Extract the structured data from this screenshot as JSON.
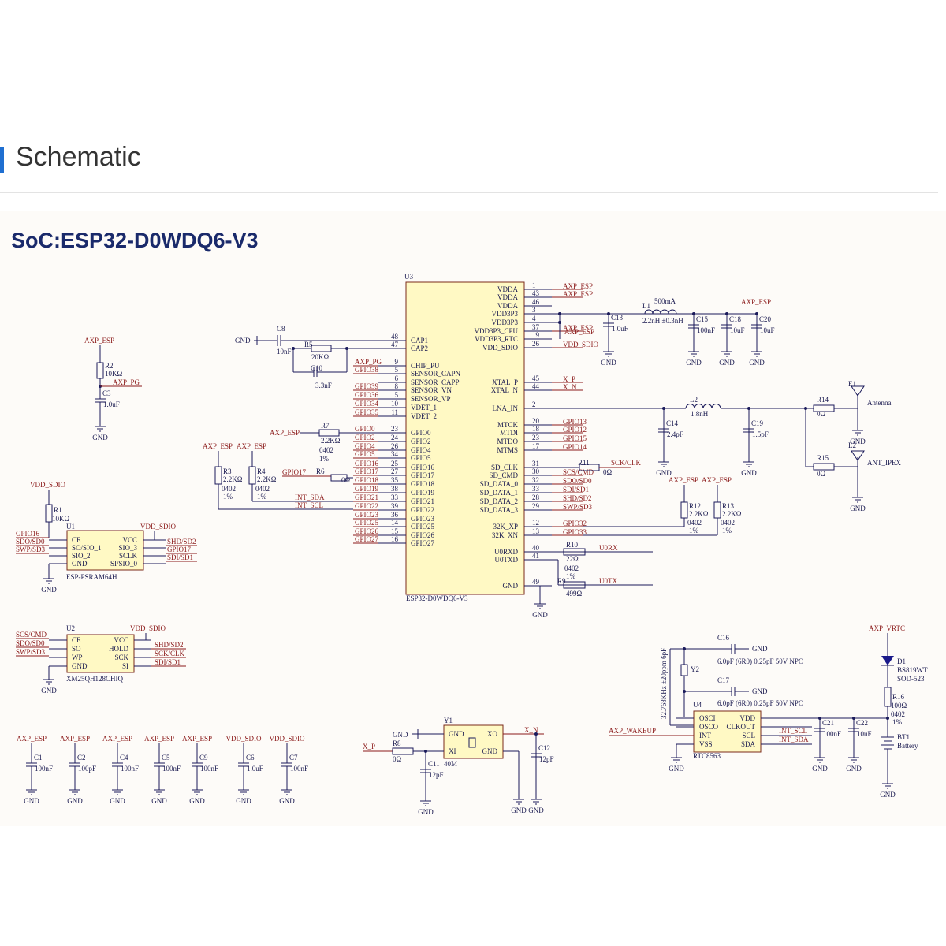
{
  "header": {
    "title": "Schematic"
  },
  "schematic": {
    "title": "SoC:ESP32-D0WDQ6-V3",
    "colors": {
      "accent": "#1f6fd1",
      "title": "#1a2a6b",
      "wire": "#1a1a5a",
      "net": "#8b1a1a",
      "body": "#fff9c4"
    },
    "u3": {
      "ref": "U3",
      "part": "ESP32-D0WDQ6-V3",
      "left": [
        {
          "pin": "48",
          "name": "CAP1",
          "net": ""
        },
        {
          "pin": "47",
          "name": "CAP2",
          "net": ""
        },
        {
          "pin": "9",
          "name": "CHIP_PU",
          "net": "AXP_PG"
        },
        {
          "pin": "5",
          "name": "SENSOR_CAPN",
          "net": "GPIO38"
        },
        {
          "pin": "6",
          "name": "SENSOR_CAPP",
          "net": ""
        },
        {
          "pin": "8",
          "name": "SENSOR_VN",
          "net": "GPIO39"
        },
        {
          "pin": "5",
          "name": "SENSOR_VP",
          "net": "GPIO36"
        },
        {
          "pin": "10",
          "name": "VDET_1",
          "net": "GPIO34"
        },
        {
          "pin": "11",
          "name": "VDET_2",
          "net": "GPIO35"
        },
        {
          "pin": "23",
          "name": "GPIO0",
          "net": "GPIO0"
        },
        {
          "pin": "24",
          "name": "GPIO2",
          "net": "GPIO2"
        },
        {
          "pin": "26",
          "name": "GPIO4",
          "net": "GPIO4"
        },
        {
          "pin": "34",
          "name": "GPIO5",
          "net": "GPIO5"
        },
        {
          "pin": "25",
          "name": "GPIO16",
          "net": "GPIO16"
        },
        {
          "pin": "27",
          "name": "GPIO17",
          "net": "GPIO17"
        },
        {
          "pin": "35",
          "name": "GPIO18",
          "net": "GPIO18"
        },
        {
          "pin": "38",
          "name": "GPIO19",
          "net": "GPIO19"
        },
        {
          "pin": "33",
          "name": "GPIO21",
          "net": "GPIO21"
        },
        {
          "pin": "39",
          "name": "GPIO22",
          "net": "GPIO22"
        },
        {
          "pin": "36",
          "name": "GPIO23",
          "net": "GPIO23"
        },
        {
          "pin": "14",
          "name": "GPIO25",
          "net": "GPIO25"
        },
        {
          "pin": "15",
          "name": "GPIO26",
          "net": "GPIO26"
        },
        {
          "pin": "16",
          "name": "GPIO27",
          "net": "GPIO27"
        }
      ],
      "right": [
        {
          "pin": "1",
          "name": "VDDA",
          "net": "AXP_ESP"
        },
        {
          "pin": "43",
          "name": "VDDA",
          "net": "AXP_ESP"
        },
        {
          "pin": "46",
          "name": "VDDA",
          "net": ""
        },
        {
          "pin": "3",
          "name": "VDD3P3",
          "net": ""
        },
        {
          "pin": "4",
          "name": "VDD3P3",
          "net": ""
        },
        {
          "pin": "37",
          "name": "VDD3P3_CPU",
          "net": "AXP_ESP"
        },
        {
          "pin": "19",
          "name": "VDD3P3_RTC",
          "net": ""
        },
        {
          "pin": "26",
          "name": "VDD_SDIO",
          "net": "VDD_SDIO"
        },
        {
          "pin": "45",
          "name": "XTAL_P",
          "net": "X_P"
        },
        {
          "pin": "44",
          "name": "XTAL_N",
          "net": "X_N"
        },
        {
          "pin": "2",
          "name": "LNA_IN",
          "net": ""
        },
        {
          "pin": "20",
          "name": "MTCK",
          "net": "GPIO13"
        },
        {
          "pin": "18",
          "name": "MTDI",
          "net": "GPIO12"
        },
        {
          "pin": "23",
          "name": "MTDO",
          "net": "GPIO15"
        },
        {
          "pin": "17",
          "name": "MTMS",
          "net": "GPIO14"
        },
        {
          "pin": "31",
          "name": "SD_CLK",
          "net": ""
        },
        {
          "pin": "30",
          "name": "SD_CMD",
          "net": "SCS/CMD"
        },
        {
          "pin": "32",
          "name": "SD_DATA_0",
          "net": "SDO/SD0"
        },
        {
          "pin": "33",
          "name": "SD_DATA_1",
          "net": "SDI/SD1"
        },
        {
          "pin": "28",
          "name": "SD_DATA_2",
          "net": "SHD/SD2"
        },
        {
          "pin": "29",
          "name": "SD_DATA_3",
          "net": "SWP/SD3"
        },
        {
          "pin": "12",
          "name": "32K_XP",
          "net": "GPIO32"
        },
        {
          "pin": "13",
          "name": "32K_XN",
          "net": "GPIO33"
        },
        {
          "pin": "40",
          "name": "U0RXD",
          "net": ""
        },
        {
          "pin": "41",
          "name": "U0TXD",
          "net": ""
        },
        {
          "pin": "49",
          "name": "GND",
          "net": ""
        }
      ]
    },
    "labels": {
      "gnd": "GND",
      "axp_esp": "AXP_ESP",
      "axp_pg": "AXP_PG",
      "vdd_sdio": "VDD_SDIO",
      "r2": "R2",
      "r2_val": "10KΩ",
      "c3": "C3",
      "c3_val": "1.0uF",
      "c8": "C8",
      "c8_val": "10nF",
      "r5": "R5",
      "r5_val": "20KΩ",
      "c10": "C10",
      "c10_val": "3.3nF",
      "r7": "R7",
      "r7_val": "2.2KΩ",
      "r7_pkg": "0402",
      "r7_tol": "1%",
      "r3": "R3",
      "r3_val": "2.2KΩ",
      "r4": "R4",
      "r4_val": "2.2KΩ",
      "pkg0402": "0402",
      "tol1": "1%",
      "r6": "R6",
      "r6_val": "0Ω",
      "gpio17": "GPIO17",
      "int_sda": "INT_SDA",
      "int_scl": "INT_SCL",
      "l1": "L1",
      "l1_val": "2.2nH ±0.3nH",
      "l1_cur": "500mA",
      "c13": "C13",
      "c13_val": "1.0uF",
      "c15": "C15",
      "c15_val": "100nF",
      "c18": "C18",
      "c18_val": "10uF",
      "c20": "C20",
      "c20_val": "10uF",
      "l2": "L2",
      "l2_val": "1.8nH",
      "c14": "C14",
      "c14_val": "2.4pF",
      "c19": "C19",
      "c19_val": "1.5pF",
      "r14": "R14",
      "r14_val": "0Ω",
      "r15": "R15",
      "r15_val": "0Ω",
      "e1": "E1",
      "e1_name": "Antenna",
      "e2": "E2",
      "e2_name": "ANT_IPEX",
      "r11": "R11",
      "r11_val": "0Ω",
      "sck_clk": "SCK/CLK",
      "r12": "R12",
      "r12_val": "2.2KΩ",
      "r13": "R13",
      "r13_val": "2.2KΩ",
      "r10": "R10",
      "r10_val": "22Ω",
      "r9": "R9",
      "r9_val": "499Ω",
      "u0rx": "U0RX",
      "u0tx": "U0TX",
      "r1": "R1",
      "r1_val": "10KΩ",
      "u1": "U1",
      "u1_part": "ESP-PSRAM64H",
      "u1_pins_l": [
        "CE",
        "SO/SIO_1",
        "SIO_2",
        "GND"
      ],
      "u1_pins_r": [
        "VCC",
        "SIO_3",
        "SCLK",
        "SI/SIO_0"
      ],
      "u1_nets_l": [
        "GPIO16",
        "SDO/SD0",
        "SWP/SD3"
      ],
      "u1_nets_r": [
        "SHD/SD2",
        "GPIO17",
        "SDI/SD1"
      ],
      "u2": "U2",
      "u2_part": "XM25QH128CHIQ",
      "u2_pins_l": [
        "CE",
        "SO",
        "WP",
        "GND"
      ],
      "u2_pins_r": [
        "VCC",
        "HOLD",
        "SCK",
        "SI"
      ],
      "u2_nets_l": [
        "SCS/CMD",
        "SDO/SD0",
        "SWP/SD3"
      ],
      "u2_nets_r": [
        "SHD/SD2",
        "SCK/CLK",
        "SDI/SD1"
      ],
      "dc": [
        {
          "net": "AXP_ESP",
          "ref": "C1",
          "val": "100nF"
        },
        {
          "net": "AXP_ESP",
          "ref": "C2",
          "val": "100pF"
        },
        {
          "net": "AXP_ESP",
          "ref": "C4",
          "val": "100nF"
        },
        {
          "net": "AXP_ESP",
          "ref": "C5",
          "val": "100nF"
        },
        {
          "net": "AXP_ESP",
          "ref": "C9",
          "val": "100nF"
        },
        {
          "net": "VDD_SDIO",
          "ref": "C6",
          "val": "1.0uF"
        },
        {
          "net": "VDD_SDIO",
          "ref": "C7",
          "val": "100nF"
        }
      ],
      "y1": "Y1",
      "y1_val": "40M",
      "y1_pins": [
        "GND",
        "XO",
        "XI",
        "GND"
      ],
      "x_p": "X_P",
      "x_n": "X_N",
      "r8": "R8",
      "r8_val": "0Ω",
      "c11": "C11",
      "c11_val": "12pF",
      "c12": "C12",
      "c12_val": "12pF",
      "c16": "C16",
      "c16_val": "6.0pF (6R0) 0.25pF 50V NPO",
      "c17": "C17",
      "c17_val": "6.0pF (6R0) 0.25pF 50V NPO",
      "y2": "Y2",
      "y2_val": "32.768KHz ±20ppm 6pF",
      "u4": "U4",
      "u4_part": "RTC8563",
      "u4_pins_l": [
        "OSCI",
        "OSCO",
        "INT",
        "VSS"
      ],
      "u4_pins_r": [
        "VDD",
        "CLKOUT",
        "SCL",
        "SDA"
      ],
      "axp_wakeup": "AXP_WAKEUP",
      "axp_vrtc": "AXP_VRTC",
      "c21": "C21",
      "c21_val": "100nF",
      "c22": "C22",
      "c22_val": "10uF",
      "d1": "D1",
      "d1_val": "BS819WT",
      "d1_pkg": "SOD-523",
      "r16": "R16",
      "r16_val": "100Ω",
      "bt1": "BT1",
      "bt1_val": "Battery"
    }
  }
}
